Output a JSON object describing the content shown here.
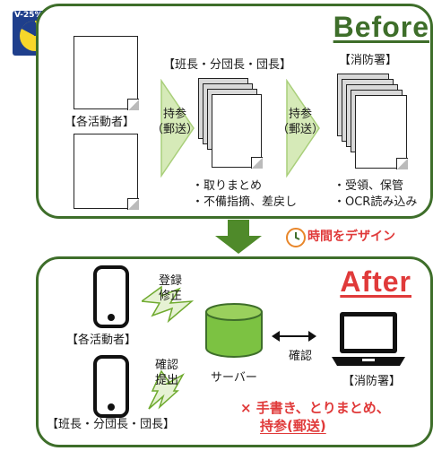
{
  "before": {
    "heading": "Before",
    "actor_label": "【各活動者】",
    "team_label": "【班長・分団長・団長】",
    "station_label": "【消防署】",
    "arrow1_text": "持参\n（郵送）",
    "arrow2_text": "持参\n（郵送）",
    "team_tasks": [
      "・取りまとめ",
      "・不備指摘、差戻し"
    ],
    "station_tasks": [
      "・受領、保管",
      "・OCR読み込み"
    ]
  },
  "transition": {
    "label": "時間をデザイン"
  },
  "after": {
    "heading": "After",
    "actor_label": "【各活動者】",
    "team_label": "【班長・分団長・団長】",
    "register_text": "登録\n修正",
    "confirm_submit_text": "確認\n提出",
    "server_label": "サーバー",
    "confirm_label": "確認",
    "station_label": "【消防署】",
    "note_line1": "× 手書き、とりまとめ、",
    "note_line2": "持参(郵送)"
  },
  "logo": {
    "text": "V-25%"
  },
  "colors": {
    "green_border": "#3e6e2a",
    "arrow_green": "#5b8e2e",
    "light_green": "#d6eab8",
    "server_green": "#7cc242",
    "red": "#e03a3a",
    "orange": "#e8862a"
  }
}
